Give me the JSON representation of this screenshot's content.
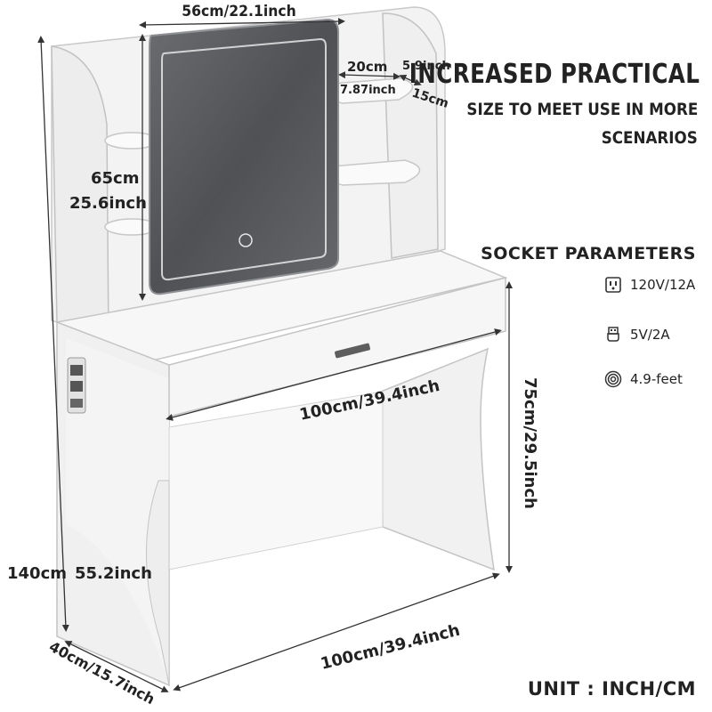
{
  "headline": "INCREASED PRACTICAL",
  "subline_1": "SIZE TO MEET USE IN MORE",
  "subline_2": "SCENARIOS",
  "socket_title": "SOCKET PARAMETERS",
  "socket_params": [
    {
      "icon": "outlet-icon",
      "label": "120V/12A"
    },
    {
      "icon": "usb-icon",
      "label": "5V/2A"
    },
    {
      "icon": "cord-coil-icon",
      "label": "4.9-feet"
    }
  ],
  "dimensions": {
    "mirror_width": "56cm/22.1inch",
    "shelf_depth_cm": "20cm",
    "shelf_depth_inch": "7.87inch",
    "shelf_width_inch": "5.9inch",
    "shelf_width_cm": "15cm",
    "mirror_height_cm": "65cm",
    "mirror_height_inch": "25.6inch",
    "drawer_width": "100cm/39.4inch",
    "table_height": "75cm/29.5inch",
    "total_height_cm": "140cm",
    "total_height_inch": "55.2inch",
    "depth": "40cm/15.7inch",
    "base_width": "100cm/39.4inch"
  },
  "unit_label": "UNIT : INCH/CM",
  "colors": {
    "text": "#222222",
    "furniture": "#f4f4f4",
    "outline": "#c4c4c4",
    "mirror": "#585a5e"
  }
}
